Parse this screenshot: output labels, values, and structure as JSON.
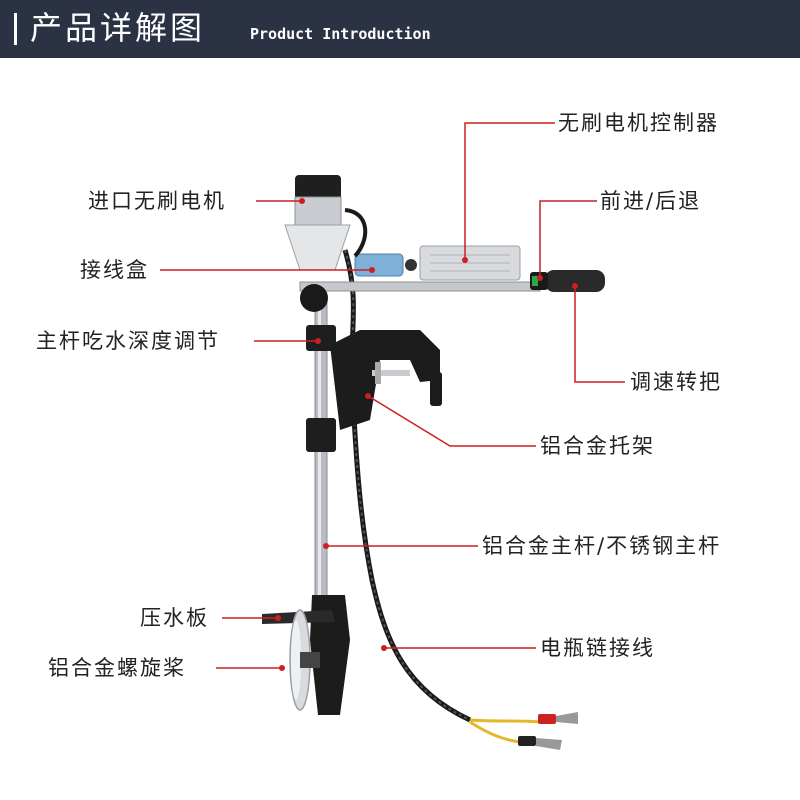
{
  "header": {
    "title": "产品详解图",
    "subtitle": "Product Introduction"
  },
  "labels": {
    "controller": "无刷电机控制器",
    "direction": "前进/后退",
    "motor": "进口无刷电机",
    "junction_box": "接线盒",
    "depth_adjust": "主杆吃水深度调节",
    "throttle": "调速转把",
    "bracket": "铝合金托架",
    "shaft": "铝合金主杆/不锈钢主杆",
    "plate": "压水板",
    "battery_cable": "电瓶链接线",
    "propeller": "铝合金螺旋桨"
  },
  "colors": {
    "header_bg": "#2b3244",
    "leader_line": "#cc1f1f",
    "text": "#222222"
  }
}
